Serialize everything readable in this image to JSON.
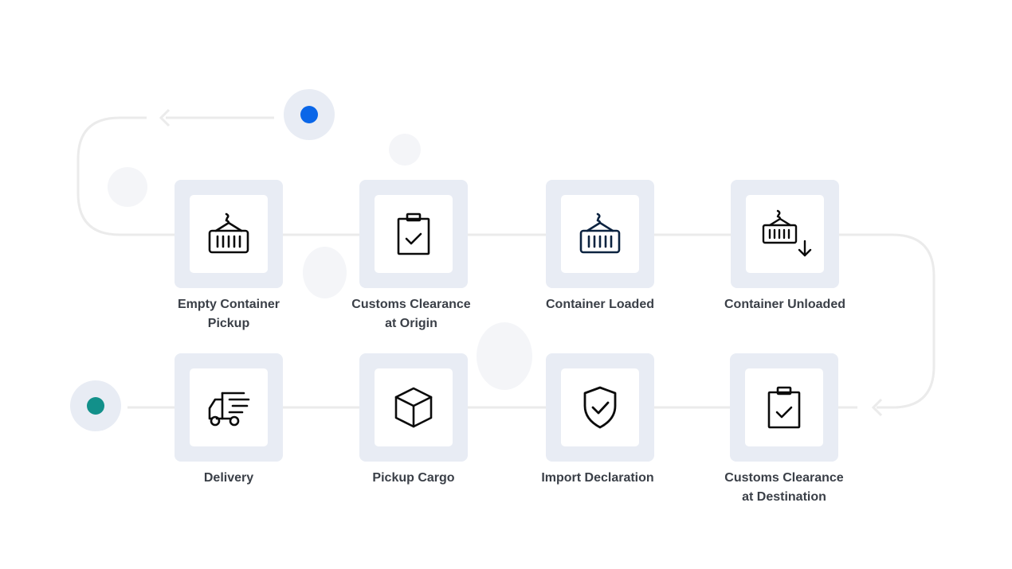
{
  "steps": {
    "empty_container_pickup": {
      "label": "Empty Container\nPickup",
      "icon": "container-hook-icon"
    },
    "customs_clearance_origin": {
      "label": "Customs Clearance\nat Origin",
      "icon": "clipboard-check-icon"
    },
    "container_loaded": {
      "label": "Container Loaded",
      "icon": "container-hook-icon"
    },
    "container_unloaded": {
      "label": "Container Unloaded",
      "icon": "container-unload-icon"
    },
    "customs_clearance_destination": {
      "label": "Customs Clearance\nat Destination",
      "icon": "clipboard-check-icon"
    },
    "import_declaration": {
      "label": "Import Declaration",
      "icon": "shield-check-icon"
    },
    "pickup_cargo": {
      "label": "Pickup Cargo",
      "icon": "box-icon"
    },
    "delivery": {
      "label": "Delivery",
      "icon": "delivery-truck-icon"
    }
  },
  "colors": {
    "start_dot": "#0a66e8",
    "end_dot": "#12908a",
    "tile": "#e8ecf4",
    "connector": "#ebebeb",
    "icon_dark": "#0b0b0b",
    "icon_navy": "#0c2340",
    "label_text": "#3a3f47"
  }
}
